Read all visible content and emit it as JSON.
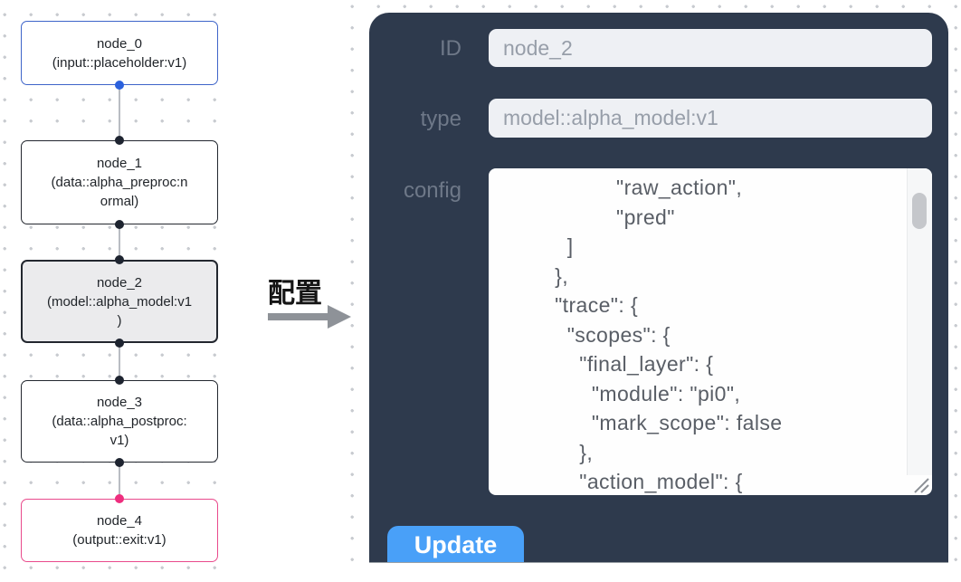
{
  "canvas": {
    "nodes": [
      {
        "id": "node_0",
        "title": "node_0",
        "subtitle": "(input::placeholder:v1)",
        "variant": "input"
      },
      {
        "id": "node_1",
        "title": "node_1",
        "subtitle": "(data::alpha_preproc:n\normal)",
        "variant": "default"
      },
      {
        "id": "node_2",
        "title": "node_2",
        "subtitle": "(model::alpha_model:v1\n)",
        "variant": "selected"
      },
      {
        "id": "node_3",
        "title": "node_3",
        "subtitle": "(data::alpha_postproc:\nv1)",
        "variant": "default"
      },
      {
        "id": "node_4",
        "title": "node_4",
        "subtitle": "(output::exit:v1)",
        "variant": "output"
      }
    ],
    "annotation": {
      "label": "配置"
    }
  },
  "panel": {
    "id_field": {
      "label": "ID",
      "value": "node_2"
    },
    "type_field": {
      "label": "type",
      "value": "model::alpha_model:v1"
    },
    "config_field": {
      "label": "config",
      "value": "                   \"raw_action\",\n                   \"pred\"\n           ]\n         },\n         \"trace\": {\n           \"scopes\": {\n             \"final_layer\": {\n               \"module\": \"pi0\",\n               \"mark_scope\": false\n             },\n             \"action_model\": {"
    },
    "update_label": "Update"
  },
  "colors": {
    "panel_bg": "#2e3a4d",
    "accent_blue": "#49a0f8",
    "node_input_border": "#3e64c9",
    "node_output_border": "#e94a8c",
    "node_default_border": "#23272f",
    "selected_node_bg": "#ebebed",
    "handle_blue": "#2b61dd",
    "handle_pink": "#ee2e7e",
    "edge": "#b9bdc3"
  }
}
